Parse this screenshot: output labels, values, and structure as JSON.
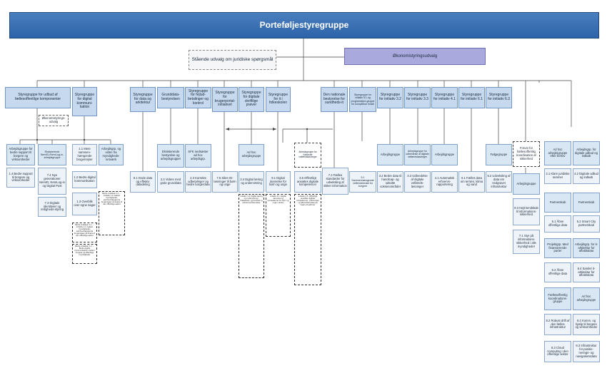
{
  "title": "Porteføljestyregruppe",
  "legal_committee": "Stående udvalg om juridiske spørgsmål",
  "economy_committee": "Økonomistyringsudvalg",
  "economy_sub": "Økonomistyrings-udvalg",
  "steering_groups": [
    "Styregruppe for udbud af fællesoffentlige komponenter",
    "Styregruppe for digital kommuni-kation",
    "Styregruppe for data og arkitektur",
    "Grunddata-bestyrelsen",
    "Styregruppe for fejlud-betalinger og kontrol",
    "Styregruppe for brugerportal-initiativet",
    "Styregruppe for digitale skriftlige prøver",
    "Styregruppe for it i folkeskolen",
    "Den nationale bestyrelse for sundheds-it",
    "Styregruppe for initiativ 5.1 og programstyre-gruppe for komplekse forløb",
    "Styregruppe for initiativ 3.2",
    "Styregruppe for initiativ 3.3",
    "Styregruppe for initiativ 4.1",
    "Styregruppe for initiativ 6.1",
    "Styregruppe for initiativ 6.3"
  ],
  "level2": [
    "Arbejdsgruppe for bedre support til borgere og virksomheder",
    "Eksisterende NemID-/NemLog-in-arbejdsgruppe",
    "1.1 Mere sammen-hængende brugerrejser",
    "Arbejdsgrp. og viden fra myndigheds-netværk",
    "Eksisterende bestyrelse og arbejdsgrupper",
    "SFK nedsætter ad hoc arbejdsgrp.",
    "Ad hoc arbejdsgruppe",
    "Arbejdsgruppe for nationale velfærdsløsninger",
    "Arbejdsgruppe",
    "Arbejdsgruppe for udbredelse af digitale velfærdsløsninger",
    "Arbejdsgruppe",
    "Følgegruppe"
  ],
  "level3": [
    "1.4 Bedre support til borgere og virksomheder",
    "7.4 Nye generationer NemID, NemLog-in og Digital Post",
    "7.3 Digitale identiteter og rettigheds-styring",
    "1.2 Bedre digital kommunikation",
    "1.3 Overblik over egne sager",
    "8.1 Gode data og effektiv datadeling",
    "2.2 Videre med gode grunddata",
    "2.3 Korrekte udbetalinger og bedre borgerdata",
    "7.5 Sikre ID-løsninger til børn og unge",
    "3.4 Digital læring og undervisning",
    "9.1 Digital dannelse for børn og unge",
    "3.5 Offentligt ansattes digitale kompetencer",
    "7.2 Fælles standarder for udveksling af sikker information",
    "5.1 Sammenhængende velfærdsforløb for borgere",
    "3.2 Bedre data til handicap- og udsatte voksenområdet",
    "3.3 Udbredelse af digitale velfærds-løsninger",
    "4.1 Automatisk erhvervs-rapportering",
    "6.1 Fælles data om terræn, klima og vand",
    "6.2 Udveksling af data om nedgravet infrastruktur"
  ],
  "side_labels": [
    "Forum for fællesoffentlig koordination af sikkerhed",
    "Arbejdsgruppe",
    "9.3 Højt kendskab til informations-sikkerhed",
    "7.1 Styr på informations-sikkerhed i alle myndigheder",
    "Ad hoc arbejdsgruppe efter behov",
    "Arbejdsgrp. for digitale udbud og indkøb",
    "2.1 Klare juridiske rammer",
    "4.2 Digitale udbud og indkøb",
    "Partnerskab",
    "Partnerskab",
    "5.1 Åbne offentlige data",
    "5.2 Smart City partnerskab",
    "Projektgrp. Med finansierende parter",
    "Arbejdsgrp. for it-arkitektur for affaldsdata",
    "6.2 Åbne offentlige data",
    "8.4 Samlet it-arkitektur for affaldsdata",
    "Fællesoffentlig koordinations-gruppe",
    "Ad hoc arbejdsgruppe",
    "8.2 Robust drift af den fælles infrastruktur",
    "9.2 Komm. og hjælp til borgere og virksomheder",
    "8.3 Cloud computing i den offentlige sektor",
    "8.3 Infrastruktur for positio-nerings- og navigationsdata"
  ],
  "details": [
    "Bedre indsatser 1.1 ... Initiativ 1.1 mellem myndigheder, sammenhængende brugerrejser på tværs af den offentlige sektor",
    "Bedre indsatser 1.2 ... Bedre digital kommunikation mellem borgere og offentlige myndigheder",
    "Initiativ 3.4: Digital læring og undervisning i folkeskolen, gymnasiet og erhvervsuddannelser",
    "Initiativ 9.1: Digital dannelse og kompetencer for børn og unge i skolen",
    "Initiativ 3.5: Offentligt ansattes digitale kompetencer, uddannelse og efteruddannelse på tværs af sektorer"
  ],
  "colors": {
    "title_blue": "#2d63a8",
    "head_blue": "#c6d9ee",
    "purple": "#a9a9dd"
  }
}
